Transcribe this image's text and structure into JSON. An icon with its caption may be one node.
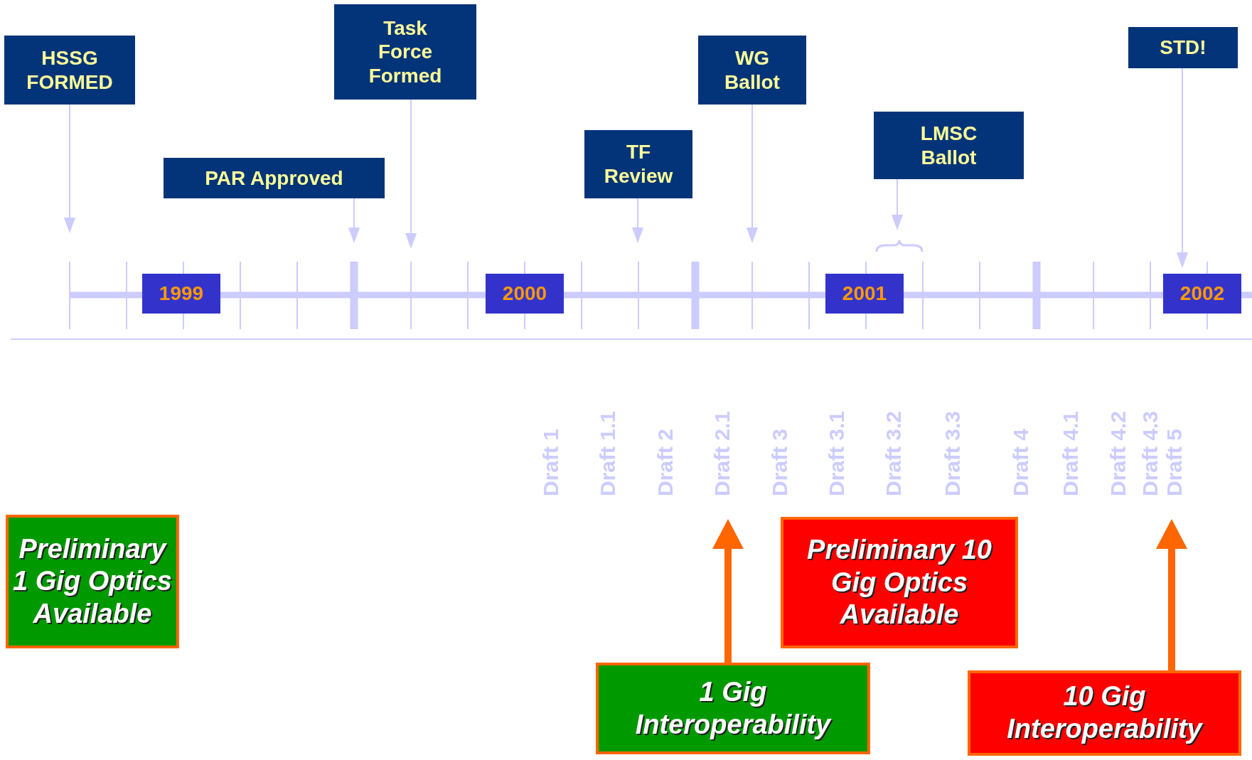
{
  "diagram": {
    "nodes": [
      {
        "text": [
          "HSSG FORMED"
        ]
      },
      {
        "text": [
          "PAR Approved"
        ]
      },
      {
        "text": [
          "Task Force Formed"
        ]
      },
      {
        "text": [
          "TF Review"
        ]
      },
      {
        "text": [
          "WG Ballot"
        ]
      },
      {
        "text": [
          "LMSC Ballot"
        ]
      },
      {
        "text": [
          "STD!"
        ]
      },
      {
        "text": [
          "1999"
        ]
      },
      {
        "text": [
          "2000"
        ]
      },
      {
        "text": [
          "2001"
        ]
      },
      {
        "text": [
          "2002"
        ]
      },
      {
        "text": [
          "Preliminary 1 Gig Optics Available"
        ]
      },
      {
        "text": [
          "Preliminary 10 Gig Optics Available"
        ]
      },
      {
        "text": [
          "1 Gig Interoperability"
        ]
      },
      {
        "text": [
          "10 Gig Interoperability"
        ]
      }
    ],
    "edges": [
      {
        "from": 0,
        "to": null,
        "arrow": "to"
      },
      {
        "from": 1,
        "to": null,
        "arrow": "to"
      },
      {
        "from": 2,
        "to": null,
        "arrow": "to"
      },
      {
        "from": 3,
        "to": null,
        "arrow": "to"
      },
      {
        "from": 4,
        "to": null,
        "arrow": "to"
      },
      {
        "from": 5,
        "to": null,
        "arrow": "to"
      },
      {
        "from": 6,
        "to": 10,
        "arrow": "to"
      },
      {
        "from": 13,
        "to": null,
        "arrow": "to",
        "style": "thick",
        "color": "#ff6600"
      },
      {
        "from": 14,
        "to": null,
        "arrow": "to",
        "style": "thick",
        "color": "#ff6600"
      }
    ],
    "labels": [
      "Draft 1",
      "Draft 1.1",
      "Draft 2",
      "Draft 2.1",
      "Draft 3",
      "Draft 3.1",
      "Draft 3.2",
      "Draft 3.3",
      "Draft 4",
      "Draft 4.1",
      "Draft 4.2",
      "Draft 4.3",
      "Draft 5"
    ]
  }
}
